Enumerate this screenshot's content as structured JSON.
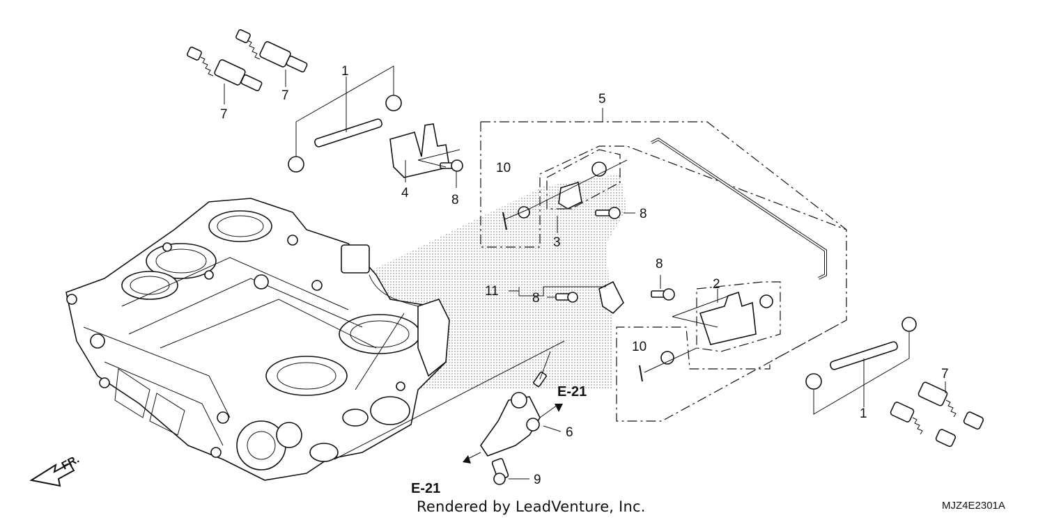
{
  "callouts": {
    "c1a": "1",
    "c1b": "1",
    "c2": "2",
    "c3": "3",
    "c4": "4",
    "c5": "5",
    "c6": "6",
    "c7a": "7",
    "c7b": "7",
    "c7c": "7",
    "c8a": "8",
    "c8b": "8",
    "c8c": "8",
    "c8d": "8",
    "c9": "9",
    "c10a": "10",
    "c10b": "10",
    "c11": "11"
  },
  "refs": {
    "e21_top": "E-21",
    "e21_bottom": "E-21"
  },
  "direction": {
    "front": "FR."
  },
  "footer": {
    "rendered_by": "Rendered by LeadVenture, Inc.",
    "diagram_code": "MJZ4E2301A"
  }
}
